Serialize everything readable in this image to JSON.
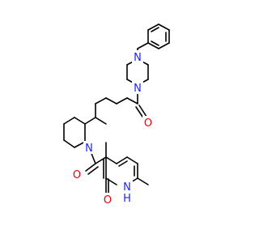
{
  "atoms": {
    "n_pip_top": {
      "symbol": "N"
    },
    "n_pip_bottom": {
      "symbol": "N"
    },
    "o_ketone": {
      "symbol": "O"
    },
    "n_piperidine": {
      "symbol": "N"
    },
    "o_amide": {
      "symbol": "O"
    },
    "o_pyridone": {
      "symbol": "O"
    },
    "nh_pyridone": {
      "symbol": "N",
      "h_label": "H"
    }
  },
  "colors": {
    "bond": "#000000",
    "oxygen": "#e8000b",
    "nitrogen": "#1f23ff",
    "background": "#ffffff"
  }
}
